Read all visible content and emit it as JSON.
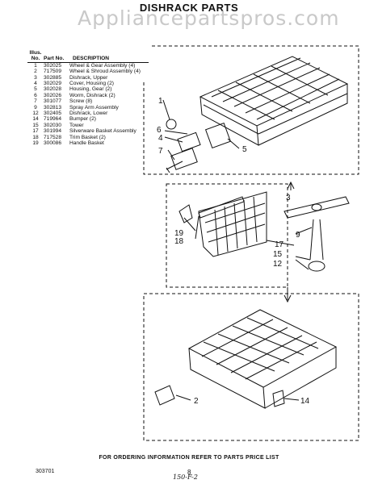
{
  "header": {
    "title": "DISHRACK PARTS",
    "watermark": "Appliancepartspros.com"
  },
  "parts_table": {
    "columns": [
      "Illus. No.",
      "Part No.",
      "DESCRIPTION"
    ],
    "rows": [
      {
        "illus": "1",
        "part": "302025",
        "desc": "Wheel & Gear Assembly (4)"
      },
      {
        "illus": "2",
        "part": "717509",
        "desc": "Wheel & Shroud Assembly (4)"
      },
      {
        "illus": "3",
        "part": "302885",
        "desc": "Dishrack, Upper"
      },
      {
        "illus": "4",
        "part": "302029",
        "desc": "Cover, Housing (2)"
      },
      {
        "illus": "5",
        "part": "302028",
        "desc": "Housing, Gear (2)"
      },
      {
        "illus": "6",
        "part": "302026",
        "desc": "Worm, Dishrack (2)"
      },
      {
        "illus": "7",
        "part": "301077",
        "desc": "Screw (8)"
      },
      {
        "illus": "9",
        "part": "302813",
        "desc": "Spray Arm Assembly"
      },
      {
        "illus": "12",
        "part": "302405",
        "desc": "Dishrack, Lower"
      },
      {
        "illus": "14",
        "part": "719964",
        "desc": "Bumper (2)"
      },
      {
        "illus": "15",
        "part": "302030",
        "desc": "Tower"
      },
      {
        "illus": "17",
        "part": "301994",
        "desc": "Silverware Basket Assembly"
      },
      {
        "illus": "18",
        "part": "717528",
        "desc": "Trim Basket (2)"
      },
      {
        "illus": "19",
        "part": "300086",
        "desc": "Handle Basket"
      }
    ]
  },
  "callouts": [
    "1",
    "6",
    "4",
    "7",
    "5",
    "3",
    "19",
    "18",
    "9",
    "17",
    "15",
    "12",
    "2",
    "14"
  ],
  "footer": {
    "order_info": "FOR ORDERING INFORMATION REFER TO PARTS PRICE LIST",
    "doc_number": "303701",
    "page_number": "8",
    "handwritten": "150-F-2"
  }
}
